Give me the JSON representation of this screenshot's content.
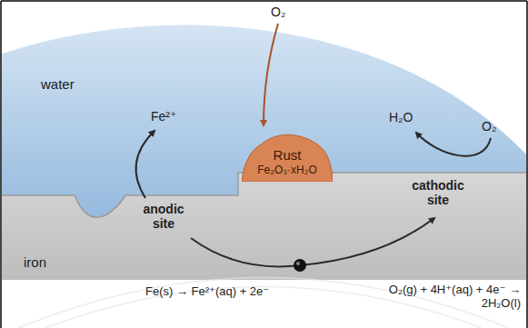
{
  "diagram": {
    "nodes": [
      {
        "text": [
          "Rust",
          "Fe₂O₃·xH₂O"
        ]
      }
    ],
    "labels": [
      "water",
      "Fe²⁺",
      "O₂",
      "H₂O",
      "O₂",
      "anodic site",
      "cathodic site",
      "iron",
      "Fe(s) → Fe²⁺(aq) + 2e⁻",
      "O₂(g) + 4H⁺(aq) + 4e⁻ → 2H₂O(l)"
    ]
  }
}
